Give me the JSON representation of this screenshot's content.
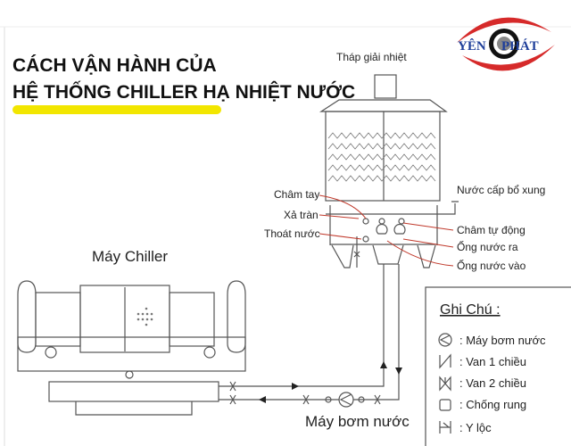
{
  "title": {
    "line1": "CÁCH VẬN HÀNH CỦA",
    "line2": "HỆ THỐNG CHILLER HẠ NHIỆT NƯỚC",
    "underline_color": "#f2e600"
  },
  "logo": {
    "text_left": "YÊN",
    "text_right": "PHÁT",
    "blue": "#1f3f9a",
    "red": "#d62a2a"
  },
  "tower": {
    "label": "Tháp giải nhiệt",
    "callouts_left": [
      "Châm tay",
      "Xả tràn",
      "Thoát nước"
    ],
    "callouts_right": [
      "Nước cấp bổ xung",
      "Châm tự động",
      "Ống nước ra",
      "Ống nước vào"
    ]
  },
  "chiller": {
    "label": "Máy Chiller"
  },
  "pump": {
    "label": "Máy bơm nước"
  },
  "legend": {
    "title": "Ghi Chú :",
    "items": [
      {
        "icon": "pump-icon",
        "label": ": Máy bơm nước"
      },
      {
        "icon": "check-valve-icon",
        "label": ": Van 1 chiều"
      },
      {
        "icon": "gate-valve-icon",
        "label": ": Van 2 chiều"
      },
      {
        "icon": "anti-vibration-icon",
        "label": ": Chống rung"
      },
      {
        "icon": "y-strainer-icon",
        "label": ": Y lộc"
      }
    ]
  }
}
